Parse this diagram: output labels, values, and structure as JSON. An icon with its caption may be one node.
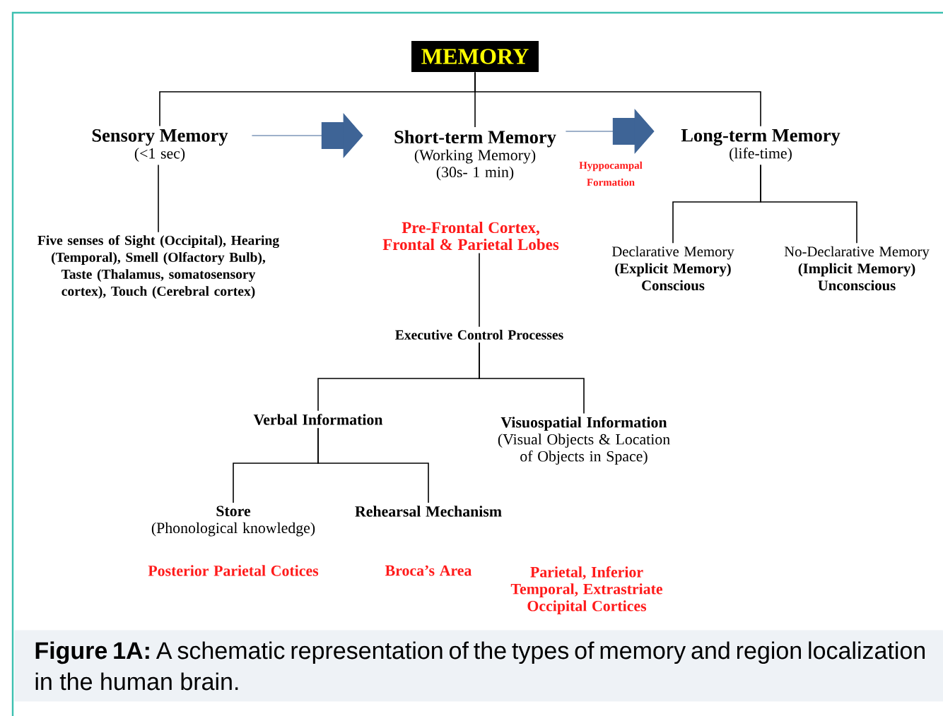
{
  "diagram": {
    "caption": "**Figure 1A:** A schematic representation of the types of memory and region localization in the human brain.",
    "nodes": [
      {
        "text": [
          "MEMORY"
        ]
      },
      {
        "text": [
          "Sensory Memory",
          "(<1 sec)"
        ]
      },
      {
        "text": [
          "Short-term Memory",
          "(Working Memory) (30s- 1 min)"
        ]
      },
      {
        "text": [
          "Long-term Memory",
          "(life-time)"
        ]
      },
      {
        "text": [
          "Five senses of Sight (Occipital), Hearing (Temporal), Smell (Olfactory Bulb), Taste (Thalamus, somatosensory cortex), Touch (Cerebral cortex)"
        ]
      },
      {
        "text": [
          "Pre-Frontal Cortex, Frontal & Parietal Lobes"
        ]
      },
      {
        "text": [
          "Executive Control Processes"
        ]
      },
      {
        "text": [
          "Verbal Information"
        ]
      },
      {
        "text": [
          "Visuospatial Information",
          "(Visual Objects & Location of Objects in Space)"
        ]
      },
      {
        "text": [
          "Store",
          "(Phonological knowledge)"
        ],
        "beside": [
          "Posterior Parietal Cotices"
        ]
      },
      {
        "text": [
          "Rehearsal Mechanism"
        ],
        "beside": [
          "Broca’s Area"
        ]
      },
      {
        "text": [
          "Declarative Memory",
          "(Explicit Memory) Conscious"
        ]
      },
      {
        "text": [
          "No-Declarative Memory",
          "(Implicit Memory) Unconscious"
        ]
      }
    ],
    "edges": [
      {
        "from": 0,
        "to": 1,
        "arrow": "none"
      },
      {
        "from": 0,
        "to": 2,
        "arrow": "none"
      },
      {
        "from": 0,
        "to": 3,
        "arrow": "none"
      },
      {
        "from": 1,
        "to": 2,
        "arrow": "to",
        "color": "#3e6496"
      },
      {
        "from": 2,
        "to": 3,
        "arrow": "to",
        "color": "#3e6496",
        "label": "Hyppocampal Formation"
      },
      {
        "from": 1,
        "to": 4,
        "arrow": "none"
      },
      {
        "from": 3,
        "to": 11,
        "arrow": "none"
      },
      {
        "from": 3,
        "to": 12,
        "arrow": "none"
      },
      {
        "from": 5,
        "to": 6,
        "arrow": "none"
      },
      {
        "from": 6,
        "to": 7,
        "arrow": "none"
      },
      {
        "from": 6,
        "to": 8,
        "arrow": "none"
      },
      {
        "from": 7,
        "to": 9,
        "arrow": "none"
      },
      {
        "from": 7,
        "to": 10,
        "arrow": "none"
      }
    ],
    "labels": [
      "Parietal, Inferior Temporal, Extrastriate Occipital Cortices"
    ]
  }
}
